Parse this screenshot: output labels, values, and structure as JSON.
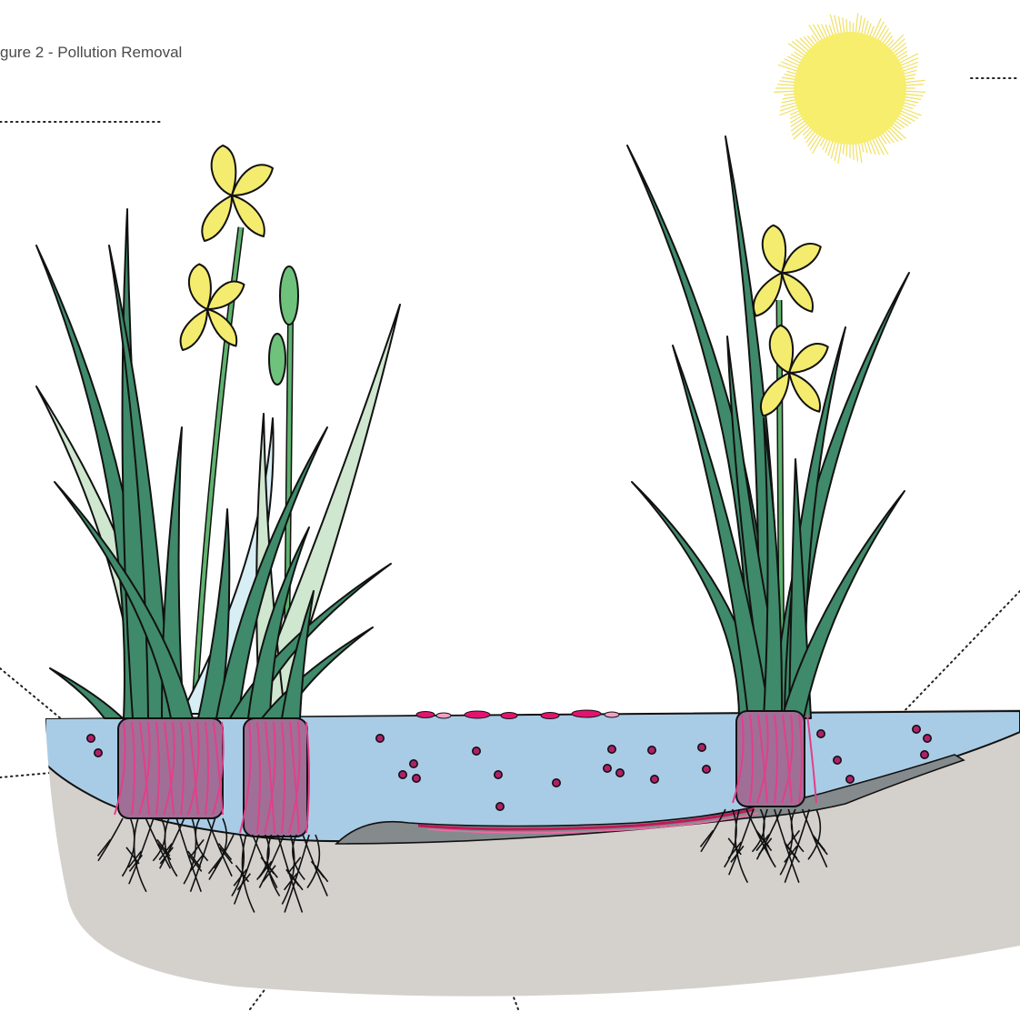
{
  "figure": {
    "title": "gure  2 - Pollution Removal"
  },
  "colors": {
    "leaf": "#3f8a6a",
    "leaf_light": "#cfe6cf",
    "flower": "#f4ec6e",
    "water": "#a9cce6",
    "water_light": "#d8eef5",
    "soil": "#d4d1cd",
    "sediment": "#8a8d8f",
    "root_zone": "#c2185b",
    "root_zone_fill": "#9f6f97",
    "outline": "#111111",
    "sun": "#f7ee6e",
    "sun_rays": "#f0e060"
  },
  "icons": {
    "sun": "sun-icon",
    "iris_left": "iris-plant-left",
    "iris_right": "iris-plant-right"
  }
}
